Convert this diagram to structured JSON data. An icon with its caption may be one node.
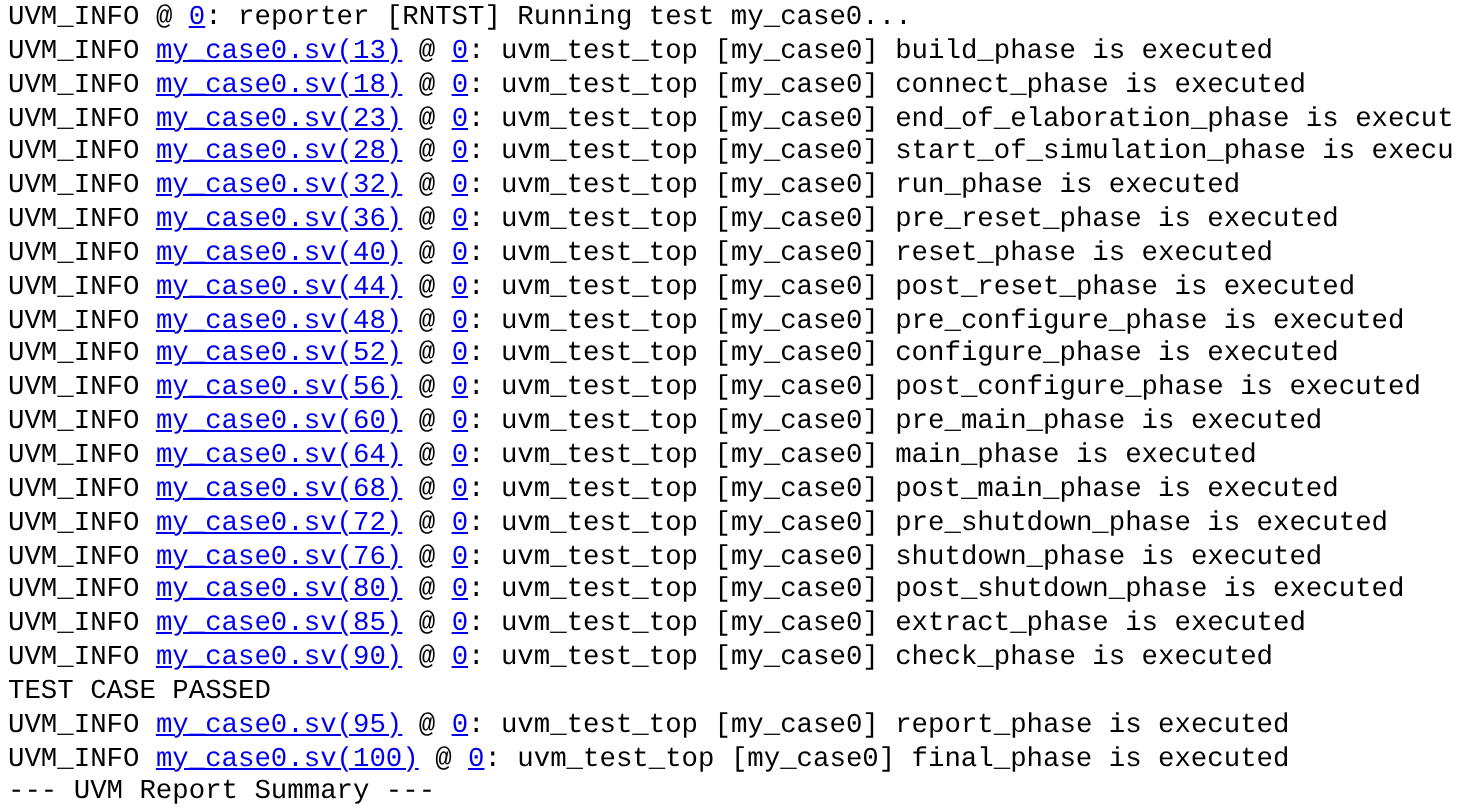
{
  "diagram": {
    "labels": [
      "UVM_INFO",
      "@",
      "0",
      ": reporter [RNTST] Running test my_case0...",
      "UVM_INFO",
      "my_case0.sv(13)",
      "@",
      "0",
      ": uvm_test_top [my_case0] build_phase is executed",
      "UVM_INFO",
      "my_case0.sv(18)",
      "@",
      "0",
      ": uvm_test_top [my_case0] connect_phase is executed",
      "UVM_INFO",
      "my_case0.sv(23)",
      "@",
      "0",
      ": uvm_test_top [my_case0] end_of_elaboration_phase is execut",
      "UVM_INFO",
      "my_case0.sv(28)",
      "@",
      "0",
      ": uvm_test_top [my_case0] start_of_simulation_phase is execu",
      "UVM_INFO",
      "my_case0.sv(32)",
      "@",
      "0",
      ": uvm_test_top [my_case0] run_phase is executed",
      "UVM_INFO",
      "my_case0.sv(36)",
      "@",
      "0",
      ": uvm_test_top [my_case0] pre_reset_phase is executed",
      "UVM_INFO",
      "my_case0.sv(40)",
      "@",
      "0",
      ": uvm_test_top [my_case0] reset_phase is executed",
      "UVM_INFO",
      "my_case0.sv(44)",
      "@",
      "0",
      ": uvm_test_top [my_case0] post_reset_phase is executed",
      "UVM_INFO",
      "my_case0.sv(48)",
      "@",
      "0",
      ": uvm_test_top [my_case0] pre_configure_phase is executed",
      "UVM_INFO",
      "my_case0.sv(52)",
      "@",
      "0",
      ": uvm_test_top [my_case0] configure_phase is executed",
      "UVM_INFO",
      "my_case0.sv(56)",
      "@",
      "0",
      ": uvm_test_top [my_case0] post_configure_phase is executed",
      "UVM_INFO",
      "my_case0.sv(60)",
      "@",
      "0",
      ": uvm_test_top [my_case0] pre_main_phase is executed",
      "UVM_INFO",
      "my_case0.sv(64)",
      "@",
      "0",
      ": uvm_test_top [my_case0] main_phase is executed",
      "UVM_INFO",
      "my_case0.sv(68)",
      "@",
      "0",
      ": uvm_test_top [my_case0] post_main_phase is executed",
      "UVM_INFO",
      "my_case0.sv(72)",
      "@",
      "0",
      ": uvm_test_top [my_case0] pre_shutdown_phase is executed",
      "UVM_INFO",
      "my_case0.sv(76)",
      "@",
      "0",
      ": uvm_test_top [my_case0] shutdown_phase is executed",
      "UVM_INFO",
      "my_case0.sv(80)",
      "@",
      "0",
      ": uvm_test_top [my_case0] post_shutdown_phase is executed",
      "UVM_INFO",
      "my_case0.sv(85)",
      "@",
      "0",
      ": uvm_test_top [my_case0] extract_phase is executed",
      "UVM_INFO",
      "my_case0.sv(90)",
      "@",
      "0",
      ": uvm_test_top [my_case0] check_phase is executed",
      "TEST CASE PASSED",
      "UVM_INFO",
      "my_case0.sv(95)",
      "@",
      "0",
      ": uvm_test_top [my_case0] report_phase is executed",
      "UVM_INFO",
      "my_case0.sv(100)",
      "@",
      "0",
      ": uvm_test_top [my_case0] final_phase is executed",
      "--- UVM Report Summary ---"
    ]
  }
}
